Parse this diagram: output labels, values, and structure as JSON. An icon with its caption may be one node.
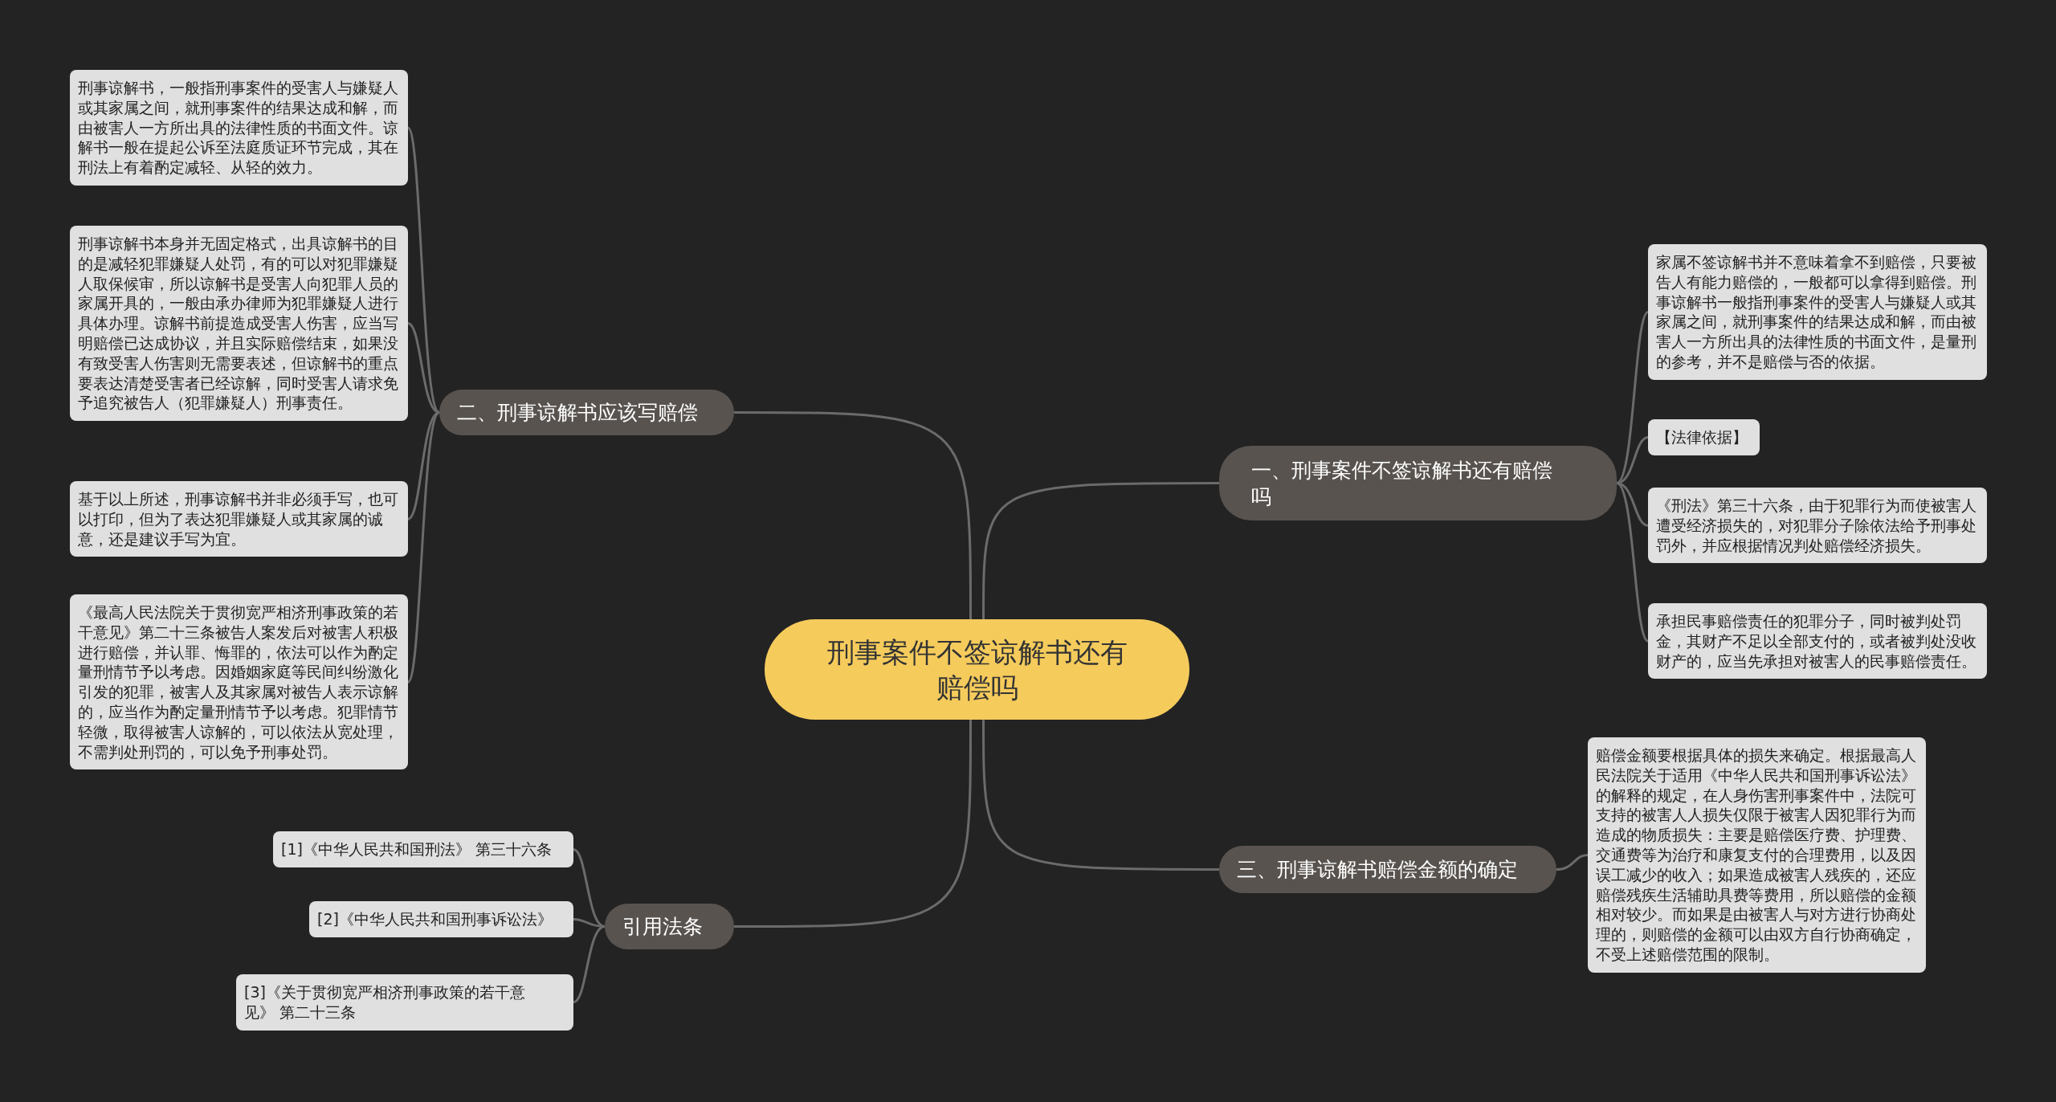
{
  "diagram": {
    "nodes": [
      {
        "text": [
          "刑事案件不签谅解书还有赔偿吗"
        ]
      },
      {
        "text": [
          "一、刑事案件不签谅解书还有赔偿吗"
        ]
      },
      {
        "text": [
          "家属不签谅解书并不意味着拿不到赔偿，只要被告人有能力赔偿的，一般都可以拿得到赔偿。刑事谅解书一般指刑事案件的受害人与嫌疑人或其家属之间，就刑事案件的结果达成和解，而由被害人一方所出具的法律性质的书面文件，是量刑的参考，并不是赔偿与否的依据。"
        ]
      },
      {
        "text": [
          "【法律依据】"
        ]
      },
      {
        "text": [
          "《刑法》第三十六条，由于犯罪行为而使被害人遭受经济损失的，对犯罪分子除依法给予刑事处罚外，并应根据情况判处赔偿经济损失。"
        ]
      },
      {
        "text": [
          "承担民事赔偿责任的犯罪分子，同时被判处罚金，其财产不足以全部支付的，或者被判处没收财产的，应当先承担对被害人的民事赔偿责任。"
        ]
      },
      {
        "text": [
          "三、刑事谅解书赔偿金额的确定"
        ]
      },
      {
        "text": [
          "赔偿金额要根据具体的损失来确定。根据最高人民法院关于适用《中华人民共和国刑事诉讼法》的解释的规定，在人身伤害刑事案件中，法院可支持的被害人人损失仅限于被害人因犯罪行为而造成的物质损失：主要是赔偿医疗费、护理费、交通费等为治疗和康复支付的合理费用，以及因误工减少的收入；如果造成被害人残疾的，还应赔偿残疾生活辅助具费等费用，所以赔偿的金额相对较少。而如果是由被害人与对方进行协商处理的，则赔偿的金额可以由双方自行协商确定，不受上述赔偿范围的限制。"
        ]
      },
      {
        "text": [
          "二、刑事谅解书应该写赔偿"
        ]
      },
      {
        "text": [
          "刑事谅解书，一般指刑事案件的受害人与嫌疑人或其家属之间，就刑事案件的结果达成和解，而由被害人一方所出具的法律性质的书面文件。谅解书一般在提起公诉至法庭质证环节完成，其在刑法上有着酌定减轻、从轻的效力。"
        ]
      },
      {
        "text": [
          "刑事谅解书本身并无固定格式，出具谅解书的目的是减轻犯罪嫌疑人处罚，有的可以对犯罪嫌疑人取保候审，所以谅解书是受害人向犯罪人员的家属开具的，一般由承办律师为犯罪嫌疑人进行具体办理。谅解书前提造成受害人伤害，应当写明赔偿已达成协议，并且实际赔偿结束，如果没有致受害人伤害则无需要表述，但谅解书的重点要表达清楚受害者已经谅解，同时受害人请求免予追究被告人（犯罪嫌疑人）刑事责任。"
        ]
      },
      {
        "text": [
          "基于以上所述，刑事谅解书并非必须手写，也可以打印，但为了表达犯罪嫌疑人或其家属的诚意，还是建议手写为宜。"
        ]
      },
      {
        "text": [
          "《最高人民法院关于贯彻宽严相济刑事政策的若干意见》第二十三条被告人案发后对被害人积极进行赔偿，并认罪、悔罪的，依法可以作为酌定量刑情节予以考虑。因婚姻家庭等民间纠纷激化引发的犯罪，被害人及其家属对被告人表示谅解的，应当作为酌定量刑情节予以考虑。犯罪情节轻微，取得被害人谅解的，可以依法从宽处理，不需判处刑罚的，可以免予刑事处罚。"
        ]
      },
      {
        "text": [
          "引用法条"
        ]
      },
      {
        "text": [
          "[1]《中华人民共和国刑法》 第三十六条"
        ]
      },
      {
        "text": [
          "[2]《中华人民共和国刑事诉讼法》"
        ]
      },
      {
        "text": [
          "[3]《关于贯彻宽严相济刑事政策的若干意见》 第二十三条"
        ]
      }
    ],
    "edges": [
      {
        "from": 0,
        "to": 1,
        "arrow": "none"
      },
      {
        "from": 1,
        "to": 2,
        "arrow": "none"
      },
      {
        "from": 1,
        "to": 3,
        "arrow": "none"
      },
      {
        "from": 1,
        "to": 4,
        "arrow": "none"
      },
      {
        "from": 1,
        "to": 5,
        "arrow": "none"
      },
      {
        "from": 0,
        "to": 6,
        "arrow": "none"
      },
      {
        "from": 6,
        "to": 7,
        "arrow": "none"
      },
      {
        "from": 0,
        "to": 8,
        "arrow": "none"
      },
      {
        "from": 8,
        "to": 9,
        "arrow": "none"
      },
      {
        "from": 8,
        "to": 10,
        "arrow": "none"
      },
      {
        "from": 8,
        "to": 11,
        "arrow": "none"
      },
      {
        "from": 8,
        "to": 12,
        "arrow": "none"
      },
      {
        "from": 0,
        "to": 13,
        "arrow": "none"
      },
      {
        "from": 13,
        "to": 14,
        "arrow": "none"
      },
      {
        "from": 13,
        "to": 15,
        "arrow": "none"
      },
      {
        "from": 13,
        "to": 16,
        "arrow": "none"
      }
    ]
  }
}
